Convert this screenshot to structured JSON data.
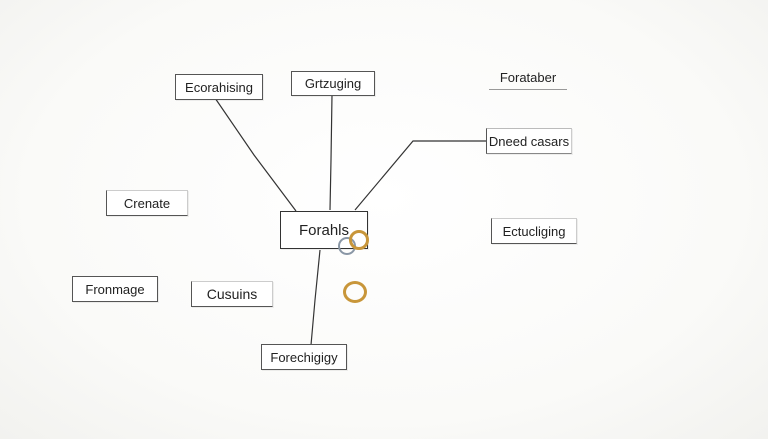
{
  "diagram": {
    "center": "Forahls",
    "nodes": [
      {
        "id": "ecorahising",
        "label": "Ecorahising"
      },
      {
        "id": "grtzuging",
        "label": "Grtzuging"
      },
      {
        "id": "forataber",
        "label": "Forataber"
      },
      {
        "id": "dneed-casars",
        "label": "Dneed casars"
      },
      {
        "id": "crenate",
        "label": "Crenate"
      },
      {
        "id": "ectucliging",
        "label": "Ectucliging"
      },
      {
        "id": "fronmage",
        "label": "Fronmage"
      },
      {
        "id": "cusuins",
        "label": "Cusuins"
      },
      {
        "id": "forechigigy",
        "label": "Forechigigy"
      }
    ],
    "connections": [
      {
        "from": "center",
        "to": "ecorahising"
      },
      {
        "from": "center",
        "to": "grtzuging"
      },
      {
        "from": "center",
        "to": "dneed-casars"
      },
      {
        "from": "center",
        "to": "forechigigy"
      }
    ],
    "colors": {
      "line": "#333333",
      "ring_gold": "#c8963a",
      "ring_silver": "#8a97a6"
    }
  }
}
